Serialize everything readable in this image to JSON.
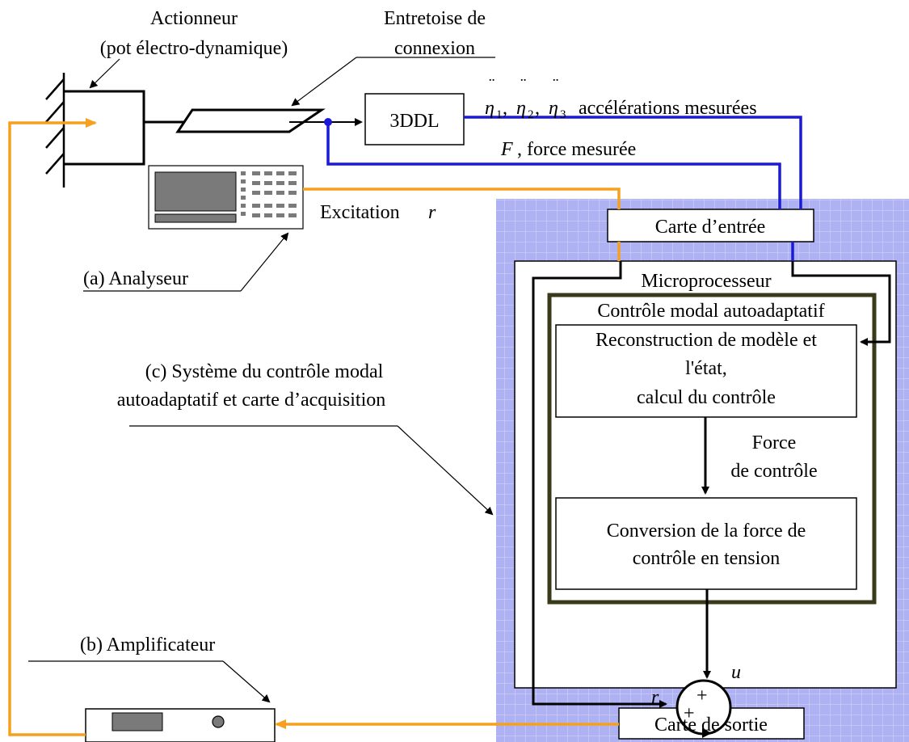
{
  "colors": {
    "orange": "#f5a01e",
    "blue": "#1a1ad8",
    "grid_bg": "#aeb2f2",
    "grid_line": "#d6d8fa",
    "controller_border": "#3a3a1a"
  },
  "labels": {
    "actionneur_l1": "Actionneur",
    "actionneur_l2": "(pot électro-dynamique)",
    "entretoise_l1": "Entretoise de",
    "entretoise_l2": "connexion",
    "ddl": "3DDL",
    "eta_symbol": "η",
    "eta_sub_1": "1",
    "eta_sub_2": "2",
    "eta_sub_3": "3",
    "accel_text": "accélérations mesurées",
    "force_symbol": "F",
    "force_text": ", force mesurée",
    "excitation_text": "Excitation",
    "excitation_symbol": "r",
    "analyseur": "(a) Analyseur",
    "carte_entree": "Carte d’entrée",
    "microprocesseur": "Microprocesseur",
    "controle_modal": "Contrôle modal autoadaptatif",
    "reconstruction_l1": "Reconstruction de modèle et",
    "reconstruction_l2": "l'état,",
    "reconstruction_l3": "calcul du contrôle",
    "force_controle_l1": "Force",
    "force_controle_l2": "de contrôle",
    "conversion_l1": "Conversion de la force de",
    "conversion_l2": "contrôle en tension",
    "systeme_l1": "(c) Système du contrôle modal",
    "systeme_l2": "autoadaptatif et carte d’acquisition",
    "u_symbol": "u",
    "r_symbol": "r",
    "plus_top": "+",
    "plus_bottom": "+",
    "amplificateur": "(b) Amplificateur",
    "carte_sortie": "Carte de sortie"
  }
}
